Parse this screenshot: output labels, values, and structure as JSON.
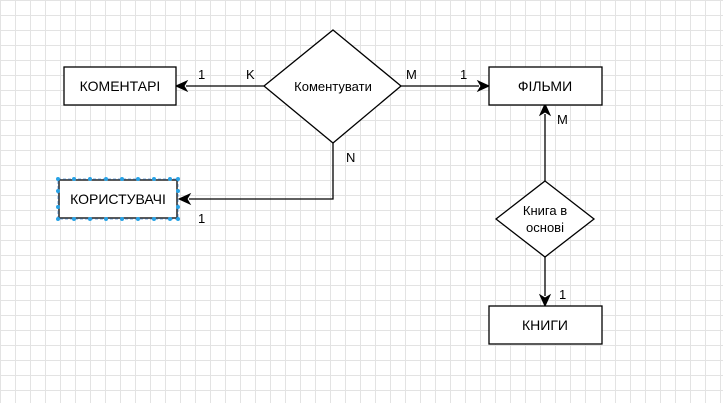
{
  "entities": {
    "komentari": "КОМЕНТАРІ",
    "filmy": "ФІЛЬМИ",
    "korystuvachi": "КОРИСТУВАЧІ",
    "knyhy": "КНИГИ"
  },
  "relationships": {
    "komentuvaty": "Коментувати",
    "knyha_v_osnovi_line1": "Книга в",
    "knyha_v_osnovi_line2": "основі"
  },
  "cardinalities": {
    "komentari_side": "1",
    "komentuvaty_left": "K",
    "komentuvaty_right": "M",
    "filmy_left": "1",
    "komentuvaty_bottom": "N",
    "korystuvachi_side": "1",
    "filmy_bottom": "M",
    "knyhy_top": "1"
  },
  "colors": {
    "grid": "#e3e3e3",
    "stroke": "#000000",
    "selection": "#29a3e6"
  }
}
